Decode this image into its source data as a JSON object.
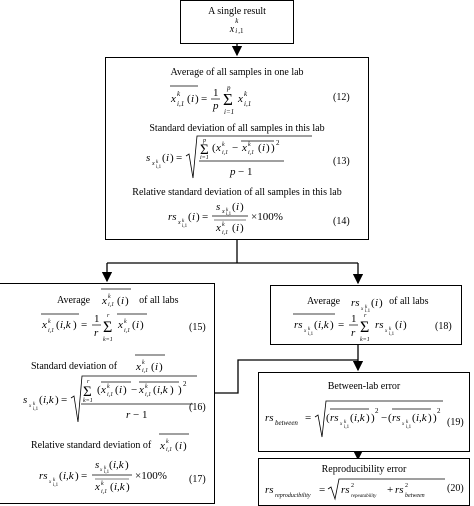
{
  "top_box": {
    "title": "A single result",
    "formula": "x_{i,1}^k"
  },
  "lab_box": {
    "avg_title": "Average of all samples in one lab",
    "avg_eq_no": "(12)",
    "std_title": "Standard deviation of all samples in this lab",
    "std_eq_no": "(13)",
    "rsd_title": "Relative standard deviation of all samples in this lab",
    "rsd_eq_no": "(14)"
  },
  "all_labs_box": {
    "avg_title": "Average",
    "avg_title_suffix": "of all labs",
    "avg_eq_no": "(15)",
    "std_title": "Standard deviation of",
    "std_eq_no": "(16)",
    "rsd_title": "Relative standard deviation of",
    "rsd_eq_no": "(17)"
  },
  "rs_avg_box": {
    "title": "Average",
    "title_suffix": "of all labs",
    "eq_no": "(18)"
  },
  "between_box": {
    "title": "Between-lab error",
    "eq_no": "(19)"
  },
  "repro_box": {
    "title": "Reproducibility error",
    "eq_no": "(20)"
  }
}
